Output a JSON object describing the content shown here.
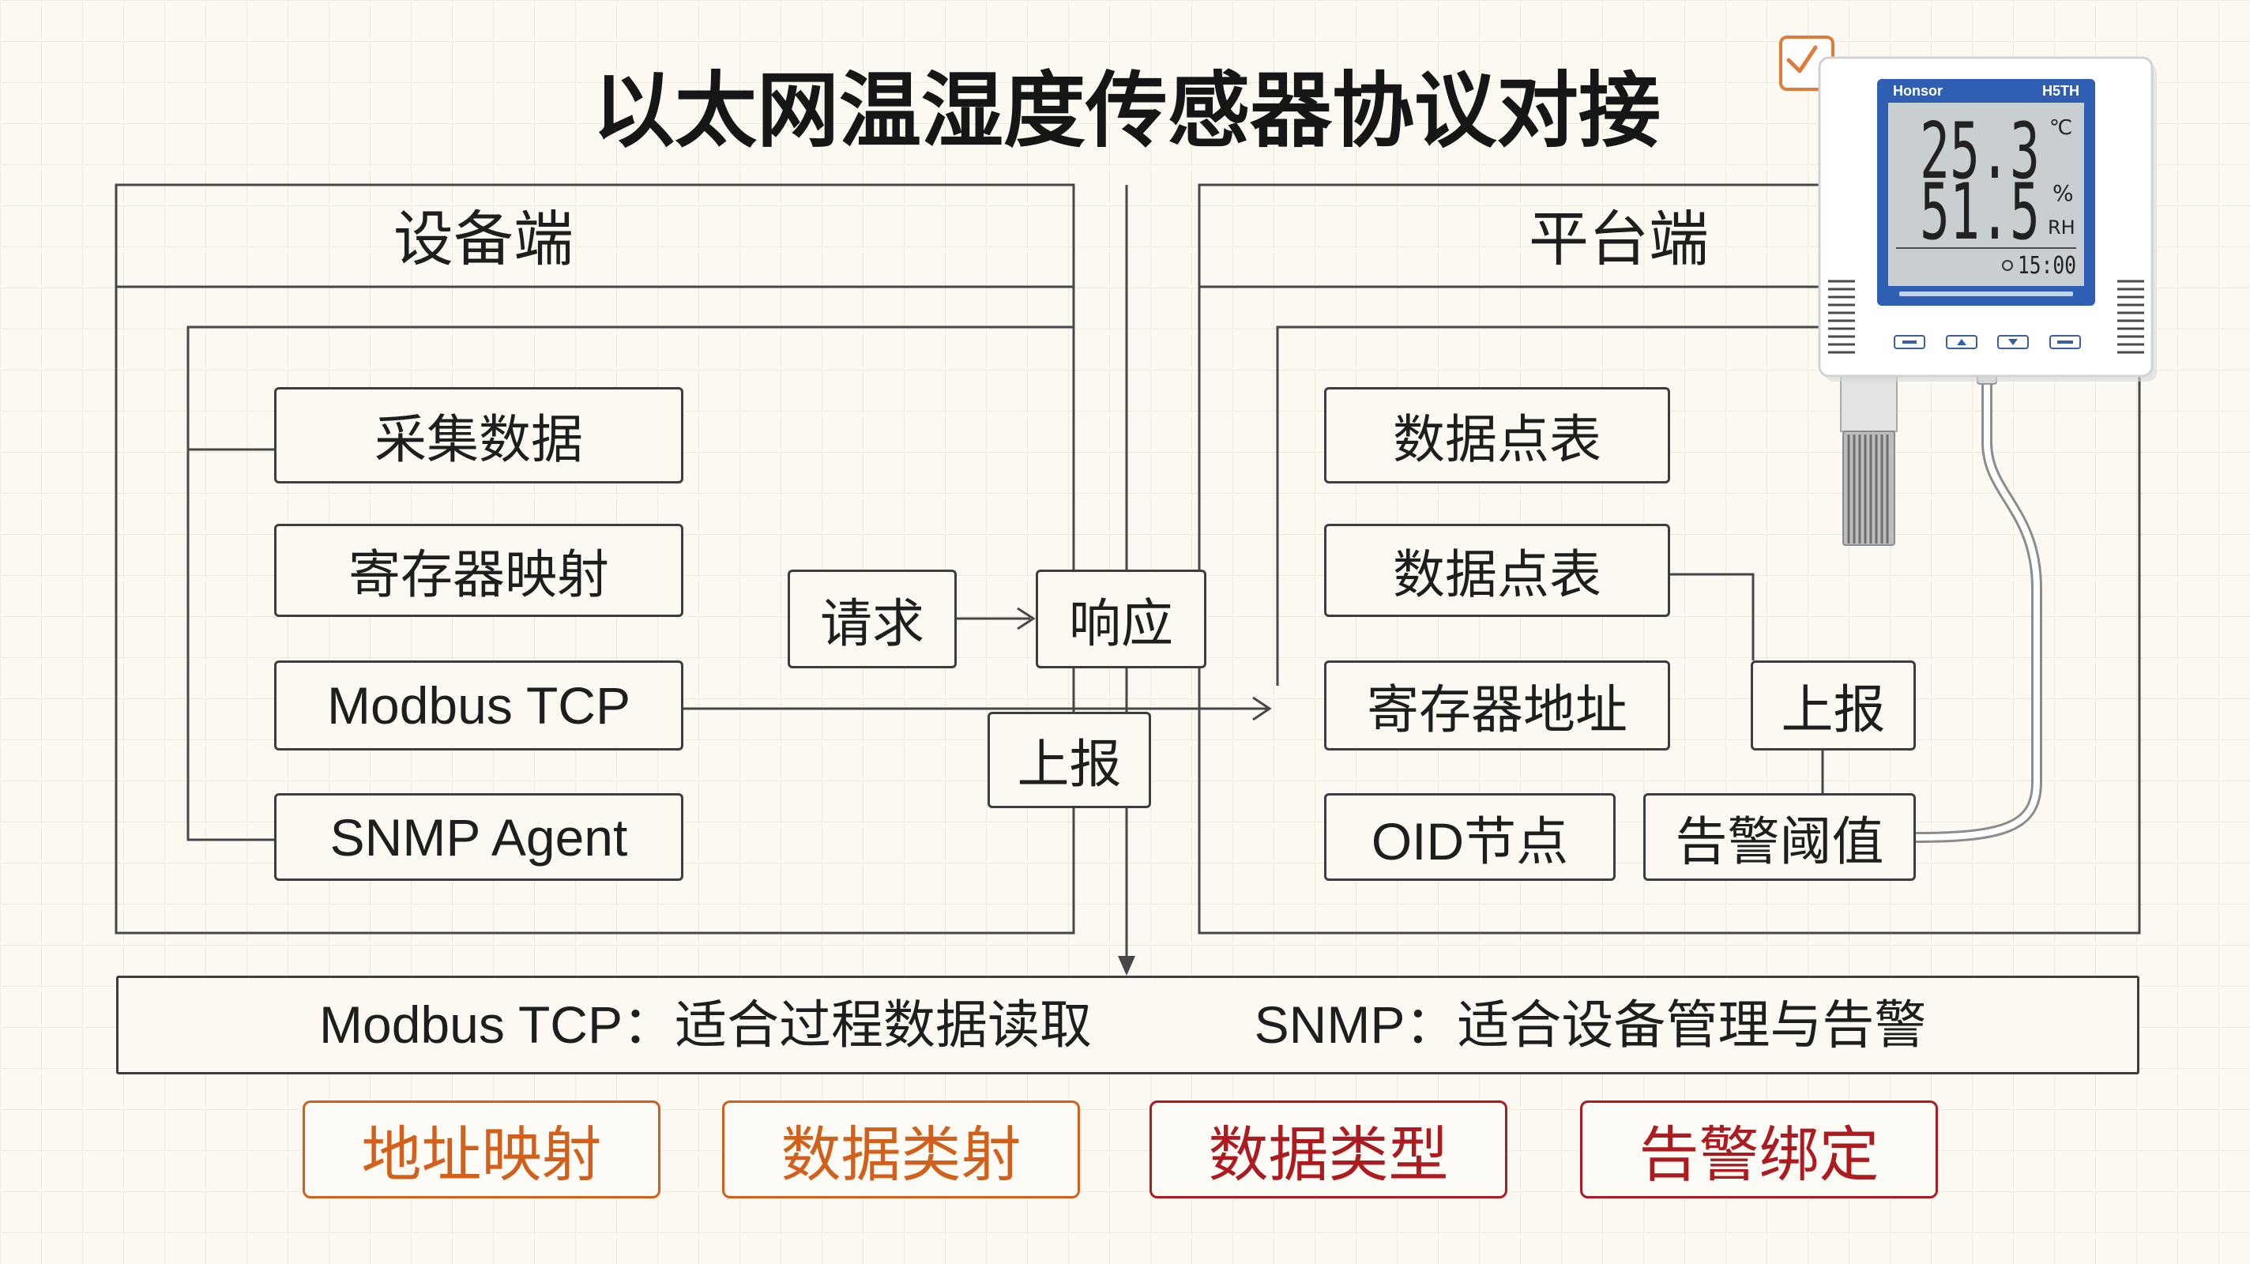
{
  "title": "以太网温湿度传感器协议对接",
  "device_side": {
    "heading": "设备端",
    "items": [
      "采集数据",
      "寄存器映射",
      "Modbus TCP",
      "SNMP Agent"
    ]
  },
  "exchange": {
    "request": "请求",
    "response": "响应",
    "report": "上报"
  },
  "platform_side": {
    "heading": "平台端",
    "items": [
      "数据点表",
      "数据点表",
      "寄存器地址",
      "OID节点"
    ],
    "report": "上报",
    "alarm_threshold": "告警阈值"
  },
  "summary": {
    "modbus": "Modbus TCP：适合过程数据读取",
    "snmp": "SNMP：适合设备管理与告警"
  },
  "tags": [
    {
      "label": "地址映射",
      "color": "#d2601b"
    },
    {
      "label": "数据类射",
      "color": "#d2601b"
    },
    {
      "label": "数据类型",
      "color": "#ad1a20"
    },
    {
      "label": "告警绑定",
      "color": "#ad1a20"
    }
  ],
  "device": {
    "brand": "Honsor",
    "model": "H5TH",
    "temperature": "25.3",
    "temperature_unit": "℃",
    "humidity": "51.5",
    "humidity_unit": "%",
    "humidity_label": "RH",
    "time": "15:00",
    "screen_color": "#2f5fb3",
    "lcd_color": "#c9ced1"
  },
  "icons": {
    "badge": "checkbox-icon",
    "clock": "clock-icon",
    "button_up": "up-arrow-icon",
    "button_down": "down-arrow-icon"
  },
  "accent_color": "#e07b3a"
}
